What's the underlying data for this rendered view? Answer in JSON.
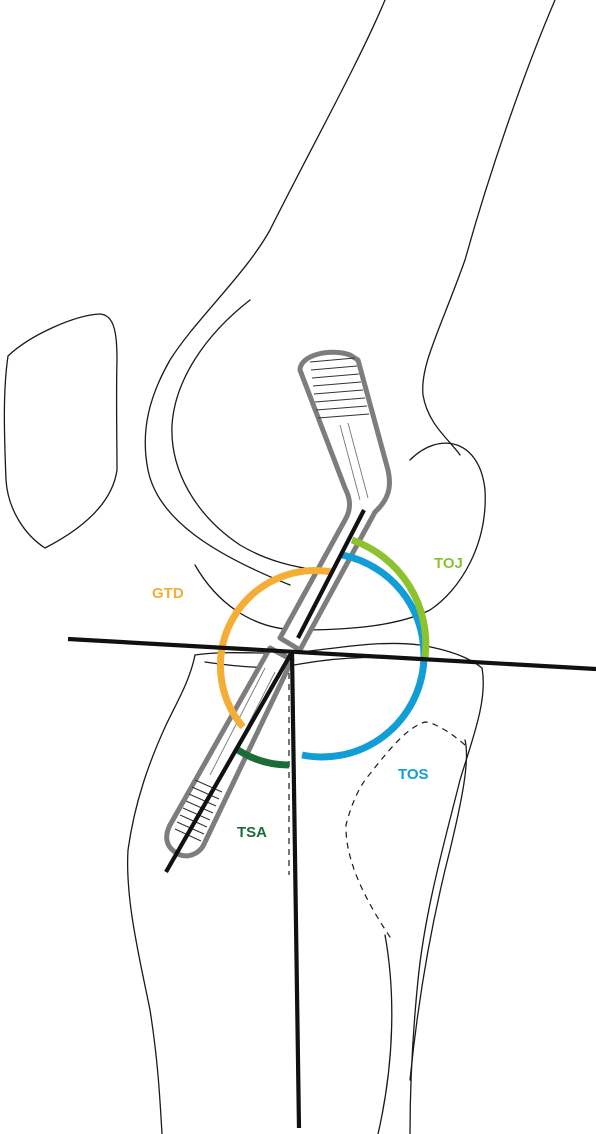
{
  "labels": {
    "gtd": "GTD",
    "toj": "TOJ",
    "tos": "TOS",
    "tsa": "TSA"
  },
  "colors": {
    "gtd": "#f5ae35",
    "toj": "#8dc22f",
    "tos": "#119ed7",
    "tsa": "#1b6c37",
    "line": "#111111",
    "implant_outline": "#7d7d7d"
  }
}
